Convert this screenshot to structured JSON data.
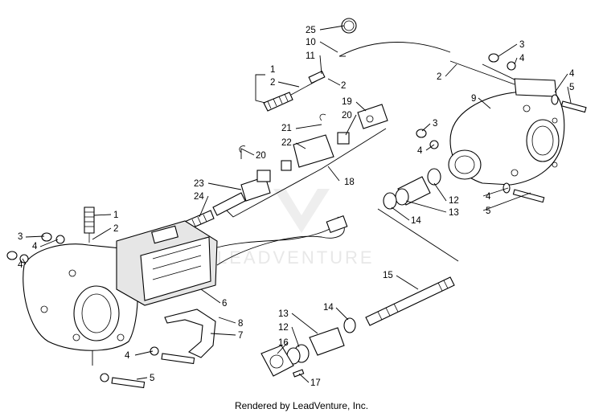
{
  "diagram": {
    "watermark_text": "LEADVENTURE",
    "footer_text": "Rendered by LeadVenture, Inc.",
    "callouts": {
      "c25": "25",
      "c10": "10",
      "c11": "11",
      "c1a": "1",
      "c2a": "2",
      "c2b": "2",
      "c2c": "2",
      "c3a": "3",
      "c4a": "4",
      "c4b": "4",
      "c5a": "5",
      "c9": "9",
      "c19": "19",
      "c20a": "20",
      "c21": "21",
      "c22": "22",
      "c20b": "20",
      "c18": "18",
      "c3b": "3",
      "c4c": "4",
      "c23": "23",
      "c24": "24",
      "c12a": "12",
      "c13a": "13",
      "c14a": "14",
      "c4d": "4",
      "c5b": "5",
      "c1b": "1",
      "c2d": "2",
      "c3c": "3",
      "c4e": "4",
      "c4f": "4",
      "c6": "6",
      "c8": "8",
      "c7": "7",
      "c15": "15",
      "c13b": "13",
      "c12b": "12",
      "c14b": "14",
      "c16": "16",
      "c17": "17",
      "c4g": "4",
      "c5c": "5"
    }
  }
}
